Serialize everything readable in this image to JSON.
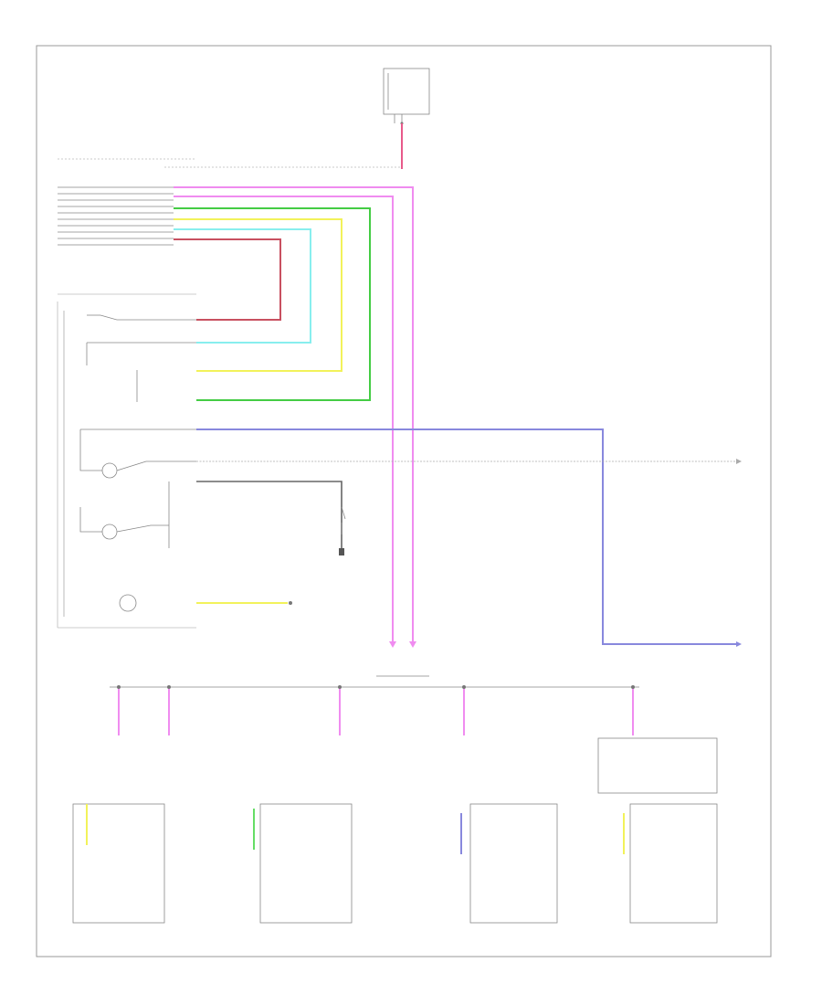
{
  "wire_colors": {
    "pink": "#f08cf0",
    "red": "#e85a8a",
    "dark_red": "#c85060",
    "green": "#44cc44",
    "yellow": "#f2f25a",
    "cyan": "#88eeee",
    "blue": "#8888dd",
    "grey": "#777777"
  },
  "labels": {
    "footer_code": "",
    "lower_node": "",
    "lower_node_sub": ""
  },
  "icons": [
    "ground-symbol",
    "switch-symbol",
    "connector-symbol",
    "splice-dot"
  ]
}
